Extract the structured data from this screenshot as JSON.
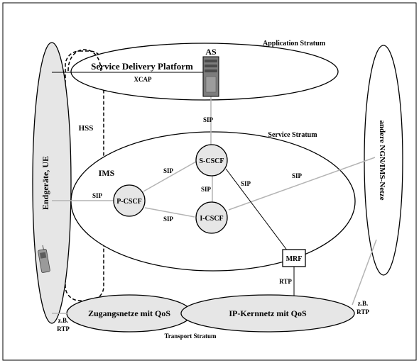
{
  "strata": {
    "application": "Application Stratum",
    "service": "Service Stratum",
    "transport": "Transport Stratum"
  },
  "platform": {
    "sdp": "Service Delivery Platform",
    "as": "AS",
    "xcap": "XCAP"
  },
  "ims": "IMS",
  "hss": "HSS",
  "ue": "Endgeräte, UE",
  "other_networks": "andere NGN/IMS-Netze",
  "nodes": {
    "p_cscf": "P-CSCF",
    "s_cscf": "S-CSCF",
    "i_cscf": "I-CSCF",
    "mrf": "MRF"
  },
  "links": {
    "sip": "SIP",
    "rtp": "RTP",
    "zb_line1": "z.B.",
    "zb_line2": "RTP"
  },
  "transport": {
    "access": "Zugangsnetze mit QoS",
    "core": "IP-Kernnetz mit QoS"
  },
  "colors": {
    "ellipse_fill": "#e6e6e6",
    "grey_line": "#b4b4b4",
    "black": "#000000"
  }
}
